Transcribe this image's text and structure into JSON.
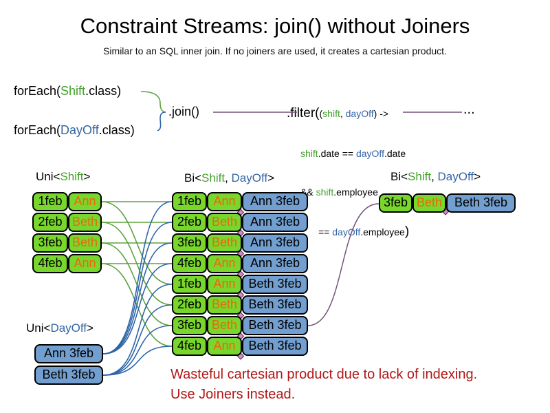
{
  "slide": {
    "title": "Constraint Streams: join() without Joiners",
    "subtitle": "Similar to an SQL inner join. If no joiners are used, it creates a cartesian product.",
    "warning": {
      "line1": "Wasteful cartesian product due to lack of indexing.",
      "line2": "Use Joiners instead."
    }
  },
  "code": {
    "foreach_shift": {
      "prefix": "forEach(",
      "class_name": "Shift",
      "suffix": ".class)"
    },
    "foreach_dayoff": {
      "prefix": "forEach(",
      "class_name": "DayOff",
      "suffix": ".class)"
    },
    "join_label": ".join()",
    "ellipsis": "...",
    "filter": {
      "open": ".filter(",
      "paren": "(",
      "arg1": "shift",
      "comma": ", ",
      "arg2": "dayOff",
      "arrow": ") ->",
      "line2": {
        "a": "shift",
        "b": ".date == ",
        "c": "dayOff",
        "d": ".date"
      },
      "line3": {
        "a": "&& ",
        "b": "shift",
        "c": ".employee"
      },
      "line4": {
        "a": "== ",
        "b": "dayOff",
        "c": ".employee",
        "close": ")"
      }
    }
  },
  "columns": {
    "uni_shift": {
      "header": {
        "pre": "Uni<",
        "type": "Shift",
        "post": ">"
      },
      "rows": [
        {
          "date": "1feb",
          "name": "Ann"
        },
        {
          "date": "2feb",
          "name": "Beth"
        },
        {
          "date": "3feb",
          "name": "Beth"
        },
        {
          "date": "4feb",
          "name": "Ann"
        }
      ]
    },
    "bi_product": {
      "header": {
        "pre": "Bi<",
        "type1": "Shift",
        "sep": ", ",
        "type2": "DayOff",
        "post": ">"
      },
      "rows": [
        {
          "date": "1feb",
          "name": "Ann",
          "pair": "Ann 3feb"
        },
        {
          "date": "2feb",
          "name": "Beth",
          "pair": "Ann 3feb"
        },
        {
          "date": "3feb",
          "name": "Beth",
          "pair": "Ann 3feb"
        },
        {
          "date": "4feb",
          "name": "Ann",
          "pair": "Ann 3feb"
        },
        {
          "date": "1feb",
          "name": "Ann",
          "pair": "Beth 3feb"
        },
        {
          "date": "2feb",
          "name": "Beth",
          "pair": "Beth 3feb"
        },
        {
          "date": "3feb",
          "name": "Beth",
          "pair": "Beth 3feb"
        },
        {
          "date": "4feb",
          "name": "Ann",
          "pair": "Beth 3feb"
        }
      ]
    },
    "uni_dayoff": {
      "header": {
        "pre": "Uni<",
        "type": "DayOff",
        "post": ">"
      },
      "rows": [
        {
          "label": "Ann 3feb"
        },
        {
          "label": "Beth 3feb"
        }
      ]
    },
    "bi_result": {
      "header": {
        "pre": "Bi<",
        "type1": "Shift",
        "sep": ", ",
        "type2": "DayOff",
        "post": ">"
      },
      "rows": [
        {
          "date": "3feb",
          "name": "Beth",
          "pair": "Beth 3feb"
        }
      ]
    }
  },
  "connections": {
    "shift_to_product": [
      [
        0,
        0
      ],
      [
        0,
        4
      ],
      [
        1,
        1
      ],
      [
        1,
        5
      ],
      [
        2,
        2
      ],
      [
        2,
        6
      ],
      [
        3,
        3
      ],
      [
        3,
        7
      ]
    ],
    "dayoff_to_product": [
      [
        0,
        0
      ],
      [
        0,
        1
      ],
      [
        0,
        2
      ],
      [
        0,
        3
      ],
      [
        1,
        4
      ],
      [
        1,
        5
      ],
      [
        1,
        6
      ],
      [
        1,
        7
      ]
    ],
    "product_to_result": [
      [
        6,
        0
      ]
    ]
  },
  "colors": {
    "green_fill": "#79d62c",
    "blue_fill": "#729fcf",
    "green_text": "#44a02c",
    "blue_text": "#3465a4",
    "orange_text": "#e8690b",
    "red_text": "#b21616",
    "line_green": "#5da23e",
    "line_blue": "#2d66a8",
    "line_purple": "#75507b"
  }
}
